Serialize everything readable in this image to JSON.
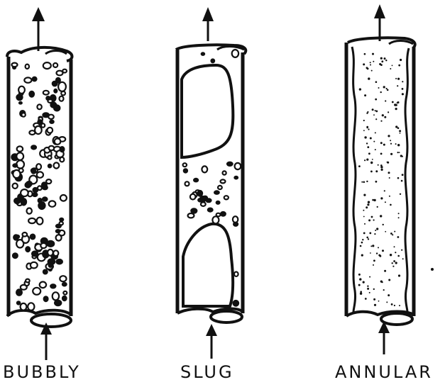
{
  "figure": {
    "panels": [
      {
        "id": "bubbly",
        "label": "BUBBLY"
      },
      {
        "id": "slug",
        "label": "SLUG"
      },
      {
        "id": "annular",
        "label": "ANNULAR"
      }
    ],
    "colors": {
      "ink": "#111111",
      "background": "#ffffff"
    }
  }
}
